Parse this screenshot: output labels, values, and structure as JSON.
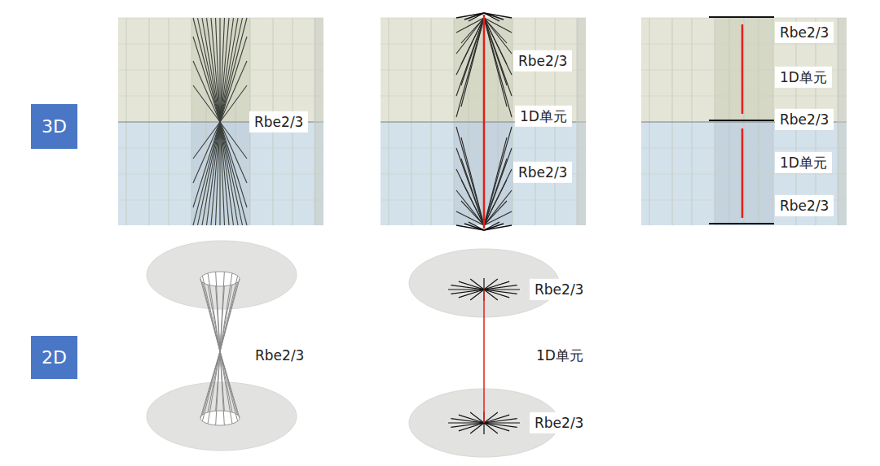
{
  "diagram": {
    "nodes": [
      {
        "text": [
          "3D"
        ]
      },
      {
        "text": [
          "2D"
        ]
      }
    ],
    "labels": [
      "Rbe2/3",
      "Rbe2/3",
      "1D单元",
      "Rbe2/3",
      "Rbe2/3",
      "1D单元",
      "Rbe2/3",
      "1D单元",
      "Rbe2/3",
      "Rbe2/3",
      "Rbe2/3",
      "1D单元",
      "Rbe2/3"
    ]
  }
}
